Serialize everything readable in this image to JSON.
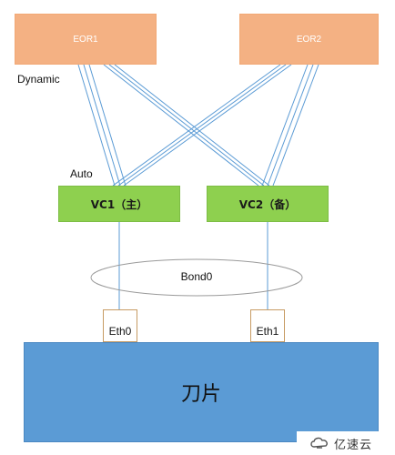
{
  "nodes": {
    "eor1": "EOR1",
    "eor2": "EOR2",
    "vc1": "VC1（主）",
    "vc2": "VC2（备）",
    "eth0": "Eth0",
    "eth1": "Eth1",
    "blade": "刀片"
  },
  "labels": {
    "dynamic": "Dynamic",
    "auto": "Auto",
    "bond": "Bond0"
  },
  "watermark": {
    "brand": "亿速云",
    "icon": "cloud-logo-icon"
  },
  "colors": {
    "eor_fill": "#f4b183",
    "vc_fill": "#8ed04f",
    "blade_fill": "#5b9bd5",
    "link": "#5b9bd5",
    "eth_border": "#c79b63"
  }
}
